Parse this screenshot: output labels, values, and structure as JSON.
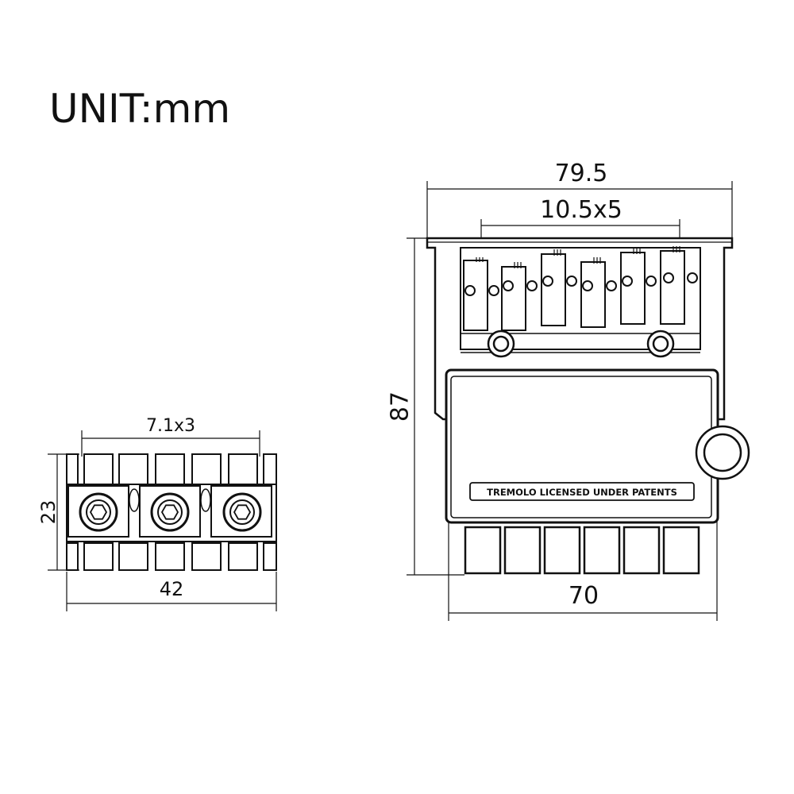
{
  "unit_label": "UNIT:mm",
  "left_view": {
    "pitch_label": "7.1x3",
    "height_label": "23",
    "width_label": "42"
  },
  "right_view": {
    "overall_width_label": "79.5",
    "spacing_label": "10.5x5",
    "height_label": "87",
    "base_width_label": "70",
    "plate_text": "TREMOLO LICENSED UNDER PATENTS"
  }
}
